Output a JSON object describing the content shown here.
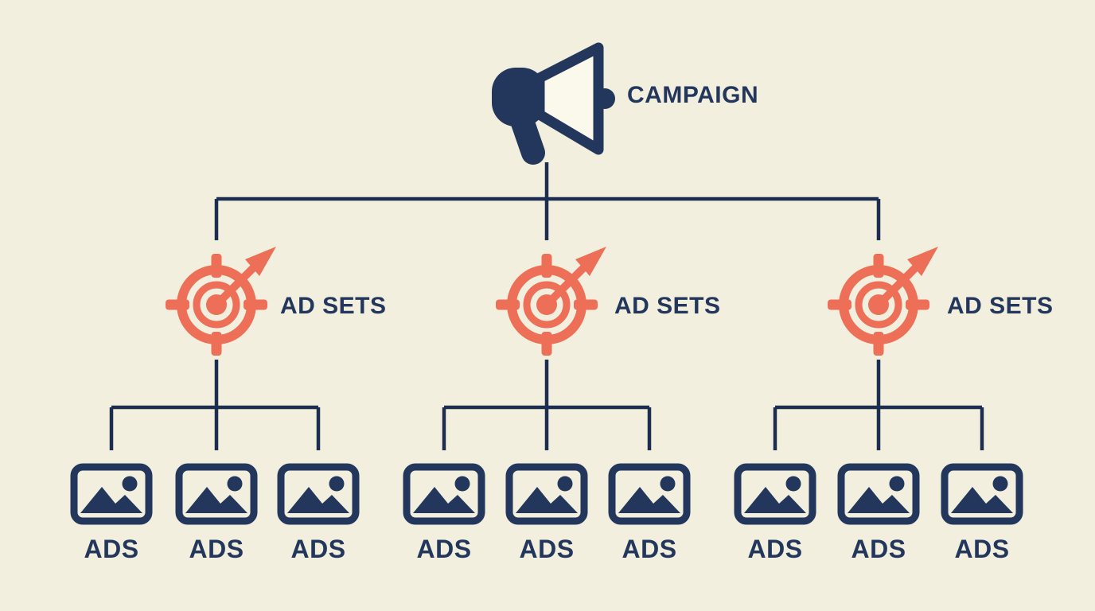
{
  "diagram": {
    "colors": {
      "bg": "#f2efde",
      "navy": "#23365c",
      "coral": "#ee6f58",
      "line": "#1d2d50",
      "horn": "#fbf8ec"
    },
    "campaign": {
      "label": "CAMPAIGN",
      "icon": "megaphone-icon"
    },
    "adsets": [
      {
        "label": "AD SETS",
        "icon": "target-icon",
        "ads": [
          {
            "label": "ADS",
            "icon": "image-icon"
          },
          {
            "label": "ADS",
            "icon": "image-icon"
          },
          {
            "label": "ADS",
            "icon": "image-icon"
          }
        ]
      },
      {
        "label": "AD SETS",
        "icon": "target-icon",
        "ads": [
          {
            "label": "ADS",
            "icon": "image-icon"
          },
          {
            "label": "ADS",
            "icon": "image-icon"
          },
          {
            "label": "ADS",
            "icon": "image-icon"
          }
        ]
      },
      {
        "label": "AD SETS",
        "icon": "target-icon",
        "ads": [
          {
            "label": "ADS",
            "icon": "image-icon"
          },
          {
            "label": "ADS",
            "icon": "image-icon"
          },
          {
            "label": "ADS",
            "icon": "image-icon"
          }
        ]
      }
    ]
  }
}
